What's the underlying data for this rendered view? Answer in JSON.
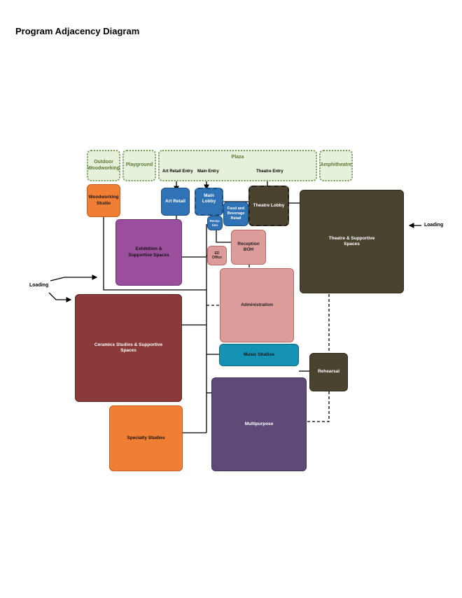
{
  "title": "Program Adjacency Diagram",
  "outdoor": {
    "outdoor_woodworking": "Outdoor Woodworking",
    "playground": "Playground",
    "plaza": "Plaza",
    "amphitheatre": "Amphitheatre"
  },
  "entries": {
    "art_retail_entry": "Art Retail Entry",
    "main_entry": "Main Entry",
    "theatre_entry": "Theatre Entry"
  },
  "spaces": {
    "woodworking_studio": "Woodworking Studio",
    "art_retail": "Art Retail",
    "main_lobby": "Main Lobby",
    "food_beverage_retail": "Food and Beverage Retail",
    "theatre_lobby": "Theatre Lobby",
    "reception": "Recep-tion",
    "theatre_supportive": "Theatre & Supportive Spaces",
    "exhibition_supportive": "Exhibition & Supportive Spaces",
    "reception_boh": "Reception BOH",
    "ed_office": "ED Office",
    "administration": "Administration",
    "ceramics": "Ceramics Studios & Supportive Spaces",
    "music_studios": "Music Studios",
    "rehearsal": "Rehearsal",
    "multipurpose": "Multipurpose",
    "specialty_studios": "Specialty Studios"
  },
  "loading": {
    "left": "Loading",
    "right": "Loading"
  },
  "colors": {
    "outdoor_fill": "#e6f1dc",
    "outdoor_border": "#7b9a5e",
    "orange": "#f07e35",
    "blue": "#2f73b6",
    "olive": "#4a4330",
    "purple": "#9a4f9c",
    "pink": "#dc9c9a",
    "maroon": "#8a3a38",
    "teal": "#1593b4",
    "violet": "#5d4a78"
  }
}
